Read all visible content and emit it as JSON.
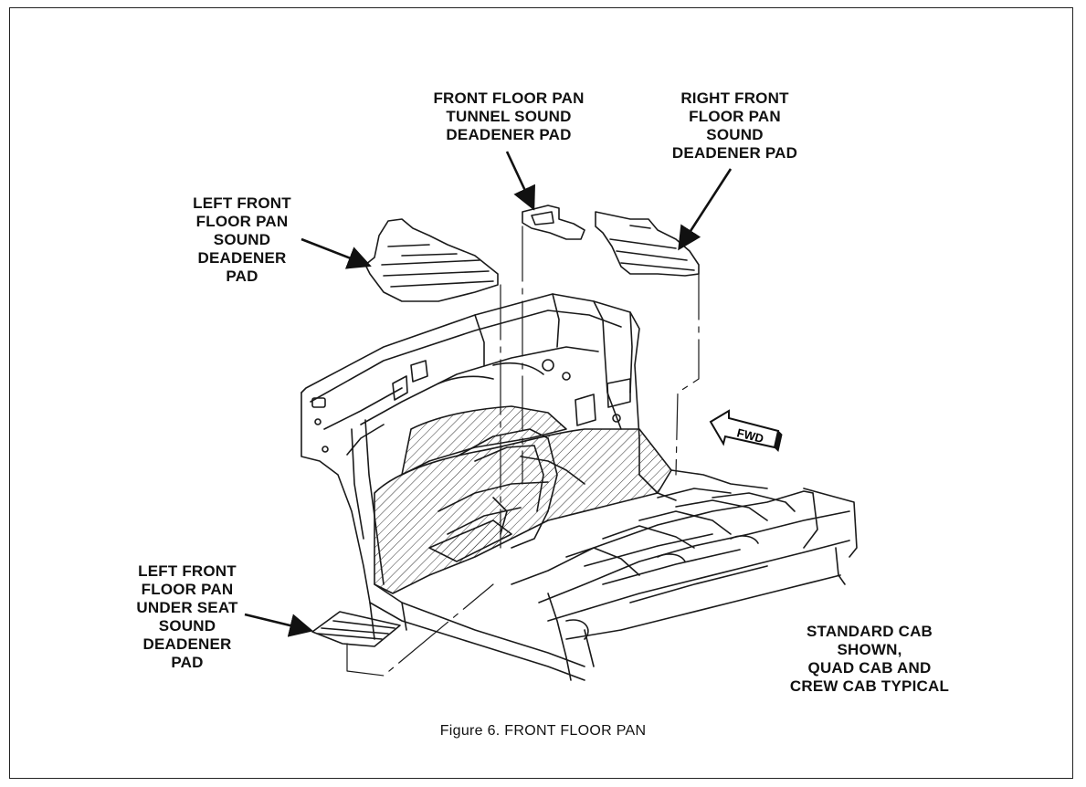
{
  "labels": {
    "tunnel_pad": [
      "FRONT FLOOR PAN",
      "TUNNEL SOUND",
      "DEADENER PAD"
    ],
    "right_front_pad": [
      "RIGHT FRONT",
      "FLOOR PAN",
      "SOUND",
      "DEADENER PAD"
    ],
    "left_front_pad": [
      "LEFT FRONT",
      "FLOOR PAN",
      "SOUND",
      "DEADENER",
      "PAD"
    ],
    "left_under_seat_pad": [
      "LEFT FRONT",
      "FLOOR PAN",
      "UNDER SEAT",
      "SOUND",
      "DEADENER",
      "PAD"
    ],
    "cab_note": [
      "STANDARD CAB",
      "SHOWN,",
      "QUAD CAB AND",
      "CREW CAB TYPICAL"
    ]
  },
  "fwd_arrow": "FWD",
  "caption": "Figure 6.  FRONT FLOOR PAN"
}
